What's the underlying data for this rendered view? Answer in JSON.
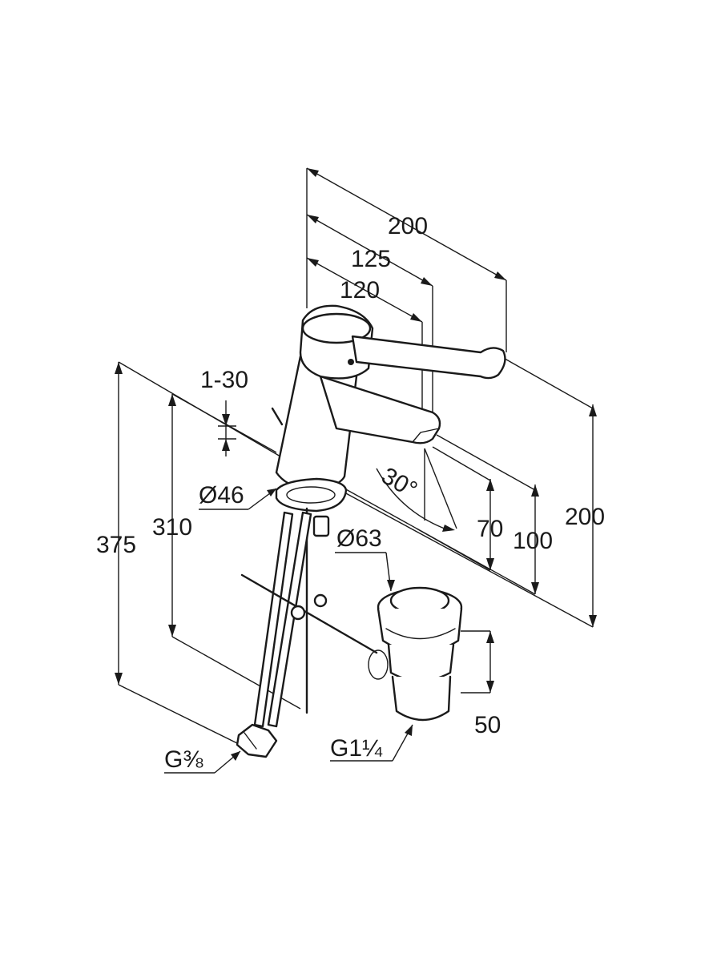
{
  "dimensions": {
    "reach_total": "200",
    "reach_handle": "125",
    "reach_spout": "120",
    "deck_thickness": "1-30",
    "base_diameter": "Ø46",
    "spout_angle": "30°",
    "spout_height": "70",
    "under_spout": "100",
    "handle_height": "200",
    "hose_length": "310",
    "total_height": "375",
    "waste_diameter": "Ø63",
    "waste_height": "50",
    "hose_thread": "G⅜",
    "waste_thread": "G1¼"
  },
  "colors": {
    "line": "#1a1a1a",
    "background": "#ffffff"
  }
}
